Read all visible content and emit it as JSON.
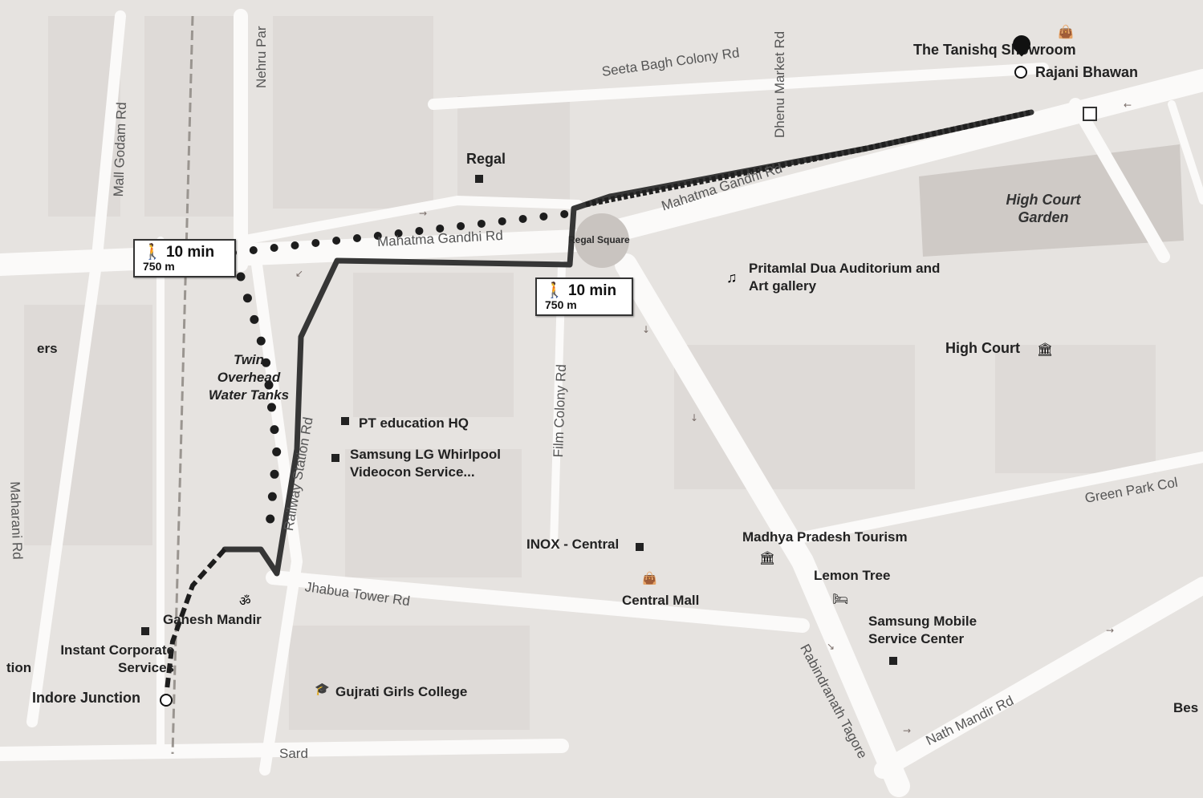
{
  "map": {
    "roads": {
      "mahatma_gandhi_1": "Mahatma Gandhi Rd",
      "mahatma_gandhi_2": "Mahatma Gandhi Rd",
      "seeta_bagh": "Seeta Bagh Colony Rd",
      "dhenu_market": "Dhenu Market Rd",
      "nehru_park": "Nehru Par",
      "mall_godam": "Mall Godam Rd",
      "railway_station": "Railway Station Rd",
      "film_colony": "Film Colony Rd",
      "maharani": "Maharani Rd",
      "jhabua_tower": "Jhabua Tower Rd",
      "rabindranath": "Rabindranath Tagore",
      "nath_mandir": "Nath Mandir Rd",
      "green_park": "Green Park Col",
      "sard": "Sard"
    },
    "places": {
      "tanishq": "The Tanishq Showroom",
      "rajani_bhawan": "Rajani Bhawan",
      "regal": "Regal",
      "regal_square": "Regal Square",
      "high_court_garden": "High Court Garden",
      "pritamlal": "Pritamlal Dua Auditorium and Art gallery",
      "high_court": "High Court",
      "twin_tanks": "Twin Overhead Water Tanks",
      "pt_education": "PT education HQ",
      "samsung_lg": "Samsung LG Whirlpool Videocon Service...",
      "inox": "INOX - Central",
      "central_mall": "Central Mall",
      "mp_tourism": "Madhya Pradesh Tourism",
      "lemon_tree": "Lemon Tree",
      "samsung_mobile": "Samsung Mobile Service Center",
      "ganesh_mandir": "Ganesh Mandir",
      "instant_corporate": "Instant Corporate Services",
      "indore_junction": "Indore Junction",
      "gujrati_college": "Gujrati Girls College",
      "ers": "ers",
      "tion": "tion",
      "bes": "Bes"
    },
    "routes": [
      {
        "time": "10 min",
        "distance": "750 m",
        "mode": "walk-icon"
      },
      {
        "time": "10 min",
        "distance": "750 m",
        "mode": "walk-icon"
      }
    ],
    "colors": {
      "route": "#3a3a3a",
      "road": "#ffffff",
      "block": "#e2dedb",
      "garden": "#cfcac6"
    }
  }
}
